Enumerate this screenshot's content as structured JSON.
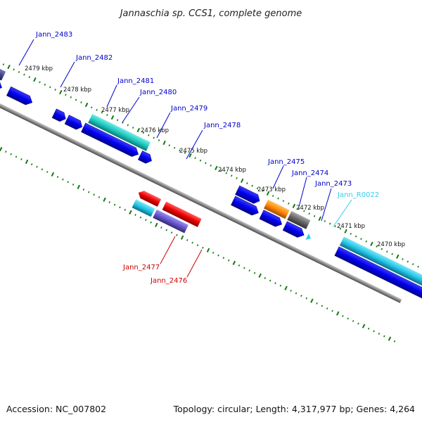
{
  "title": "Jannaschia sp. CCS1, complete genome",
  "footer": {
    "accession": "Accession: NC_007802",
    "summary": "Topology: circular; Length: 4,317,977 bp; Genes: 4,264"
  },
  "kbp_ticks": [
    "2479 kbp",
    "2478 kbp",
    "2477 kbp",
    "2476 kbp",
    "2475 kbp",
    "2474 kbp",
    "2473 kbp",
    "2472 kbp",
    "2471 kbp",
    "2470 kbp"
  ],
  "genes": [
    {
      "id": "Jann_2483",
      "color": "#0000cc"
    },
    {
      "id": "Jann_2482",
      "color": "#0000cc"
    },
    {
      "id": "Jann_2481",
      "color": "#0000cc"
    },
    {
      "id": "Jann_2480",
      "color": "#0000cc"
    },
    {
      "id": "Jann_2479",
      "color": "#0000cc"
    },
    {
      "id": "Jann_2478",
      "color": "#0000cc"
    },
    {
      "id": "Jann_2475",
      "color": "#0000cc"
    },
    {
      "id": "Jann_2474",
      "color": "#0000cc"
    },
    {
      "id": "Jann_2473",
      "color": "#0000cc"
    },
    {
      "id": "Jann_R0022",
      "color": "#33ccee"
    },
    {
      "id": "Jann_2477",
      "color": "#cc0000"
    },
    {
      "id": "Jann_2476",
      "color": "#cc0000"
    }
  ],
  "colors": {
    "backbone": "#888888",
    "forward_gene": "#0000ee",
    "tick": "#117711",
    "cyan_feature": "#22c5d8",
    "teal_feature": "#22cfc8",
    "purple_feature": "#6655cc",
    "slate_feature": "#444488",
    "red_feature": "#ee0000",
    "orange_feature": "#ff8800",
    "gray_feature": "#666666"
  }
}
